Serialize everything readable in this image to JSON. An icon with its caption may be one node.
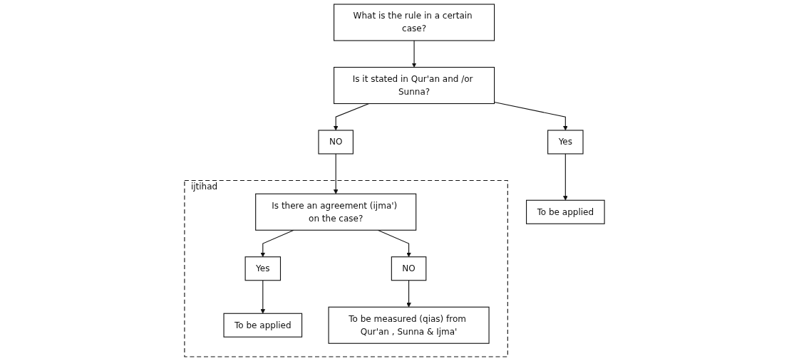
{
  "diagram": {
    "nodes": [
      {
        "text": [
          "What is the rule in a certain case?"
        ]
      },
      {
        "text": [
          "Is it stated in Qur'an and /or Sunna?"
        ]
      },
      {
        "text": [
          "Yes"
        ]
      },
      {
        "text": [
          "To be applied"
        ]
      },
      {
        "text": [
          "NO"
        ]
      },
      {
        "text": [
          "ijtihad"
        ]
      },
      {
        "text": [
          "Is there an agreement (ijma') on the case?"
        ],
        "in": 5
      },
      {
        "text": [
          "Yes"
        ],
        "in": 5
      },
      {
        "text": [
          "To be applied"
        ],
        "in": 5
      },
      {
        "text": [
          "NO"
        ],
        "in": 5
      },
      {
        "text": [
          "To be measured (qias) from Qur'an , Sunna & Ijma'"
        ],
        "in": 5
      }
    ],
    "edges": [
      {
        "from": 0,
        "to": 1,
        "arrow": "to"
      },
      {
        "from": 1,
        "to": 2,
        "arrow": "to"
      },
      {
        "from": 2,
        "to": 3,
        "arrow": "to"
      },
      {
        "from": 1,
        "to": 4,
        "arrow": "to"
      },
      {
        "from": 4,
        "to": 6,
        "arrow": "to"
      },
      {
        "from": 6,
        "to": 7,
        "arrow": "to"
      },
      {
        "from": 7,
        "to": 8,
        "arrow": "to"
      },
      {
        "from": 6,
        "to": 9,
        "arrow": "to"
      },
      {
        "from": 9,
        "to": 10,
        "arrow": "to"
      }
    ]
  }
}
